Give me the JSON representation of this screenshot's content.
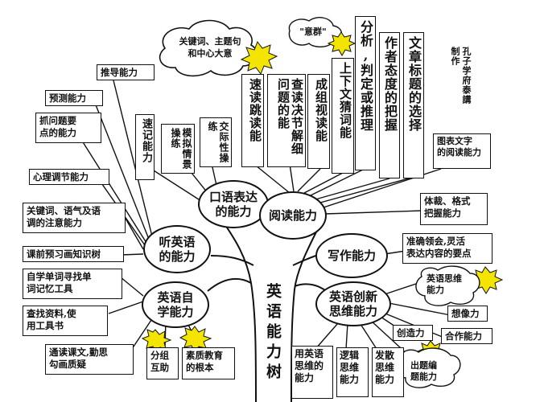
{
  "trunk": "英语能力树",
  "branches": {
    "oral": "口语表达\n的能力",
    "reading": "阅读能力",
    "listening": "听英语\n的能力",
    "writing": "写作能力",
    "self_study": "英语自\n学能力",
    "innovation": "英语创新\n思维能力"
  },
  "clouds": {
    "keywords": "关键词、主题句\n和中心大意",
    "yiqun": "\"意群\""
  },
  "reading_skills": [
    "速读跳读能",
    "查读决节解细问题的能",
    "成组视读能",
    "上下文猜词能",
    "分析,判定或推理",
    "作者态度的把握",
    "文章标题的选择"
  ],
  "producer": "孔子学府泰講制作",
  "left_items": {
    "inference": "推导能力",
    "prediction": "预测能力",
    "grasp_question": "抓问题要\n点的能力",
    "psych": "心理调节能力",
    "keyword_tone": "关键词、语气及语\n调的注意能力",
    "preview": "课前预习画知识树",
    "self_learn": "自学单词寻找单\n词记忆工具",
    "lookup": "查找资料,使\n用工具书",
    "recite": "通读课文,勤思\n勾画质疑"
  },
  "oral_items": {
    "note": "速记能力",
    "mimic": "模拟情景操练",
    "interpersonal": "交际性操练"
  },
  "right_items": {
    "chart_text": "图表文字\n的阅读能力",
    "genre": "体裁、格式\n把握能力",
    "accuracy": "准确领会,灵活\n表达内容的要点",
    "thinking": "英语思维\n能力",
    "imagination": "想像力",
    "creativity": "创造力",
    "cooperation": "合作能力",
    "make_questions": "出题编\n题能力"
  },
  "bottom_items": {
    "group": "分组\n互助",
    "quality": "素质教育\n的根本",
    "english_thinking": "用英语思维的能力",
    "logic": "逻辑思维能力",
    "divergent": "发散思维能力"
  },
  "colors": {
    "line": "#111111",
    "burst": "#f3e500"
  }
}
